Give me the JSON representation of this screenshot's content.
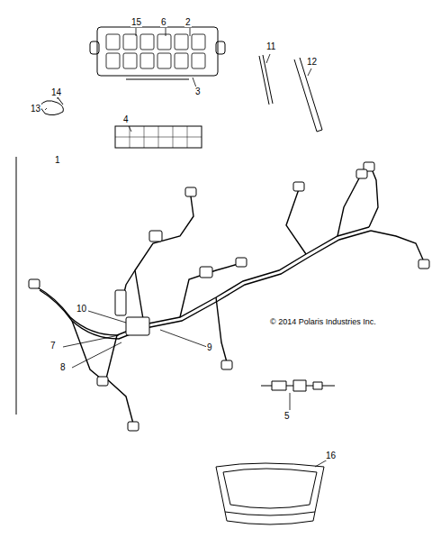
{
  "diagram": {
    "labels": [
      "15",
      "6",
      "2",
      "3",
      "11",
      "12",
      "14",
      "13",
      "4",
      "1",
      "10",
      "7",
      "8",
      "9",
      "© 2014 Polaris Industries Inc.",
      "5",
      "16"
    ]
  }
}
